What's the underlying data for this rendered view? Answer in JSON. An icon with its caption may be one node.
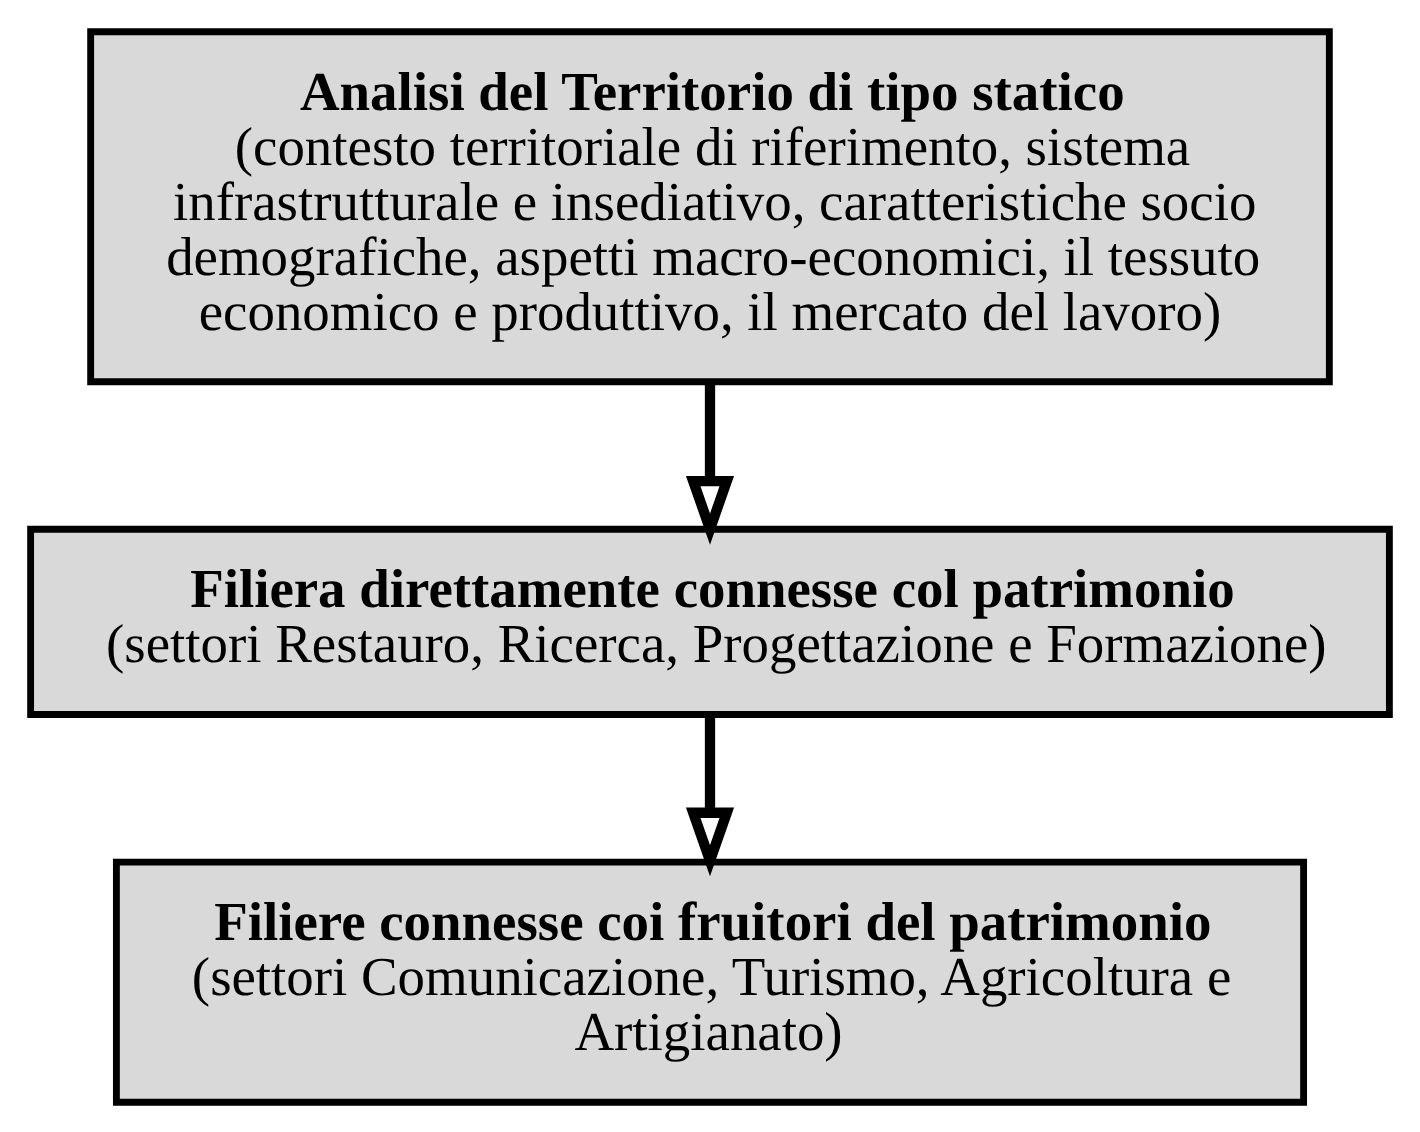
{
  "diagram": {
    "nodes": [
      {
        "text": [
          "Analisi del Territorio di tipo statico",
          "(contesto territoriale di riferimento, sistema infrastrutturale e insediativo, caratteristiche socio demografiche, aspetti macro-economici, il tessuto economico e produttivo, il mercato del lavoro)"
        ]
      },
      {
        "text": [
          "Filiera direttamente connesse col patrimonio",
          "(settori Restauro, Ricerca, Progettazione e Formazione)"
        ]
      },
      {
        "text": [
          "Filiere connesse coi fruitori del patrimonio",
          "(settori Comunicazione, Turismo, Agricoltura e Artigianato)"
        ]
      }
    ],
    "edges": [
      {
        "from": 0,
        "to": 1,
        "arrow": "to"
      },
      {
        "from": 1,
        "to": 2,
        "arrow": "to"
      }
    ]
  }
}
